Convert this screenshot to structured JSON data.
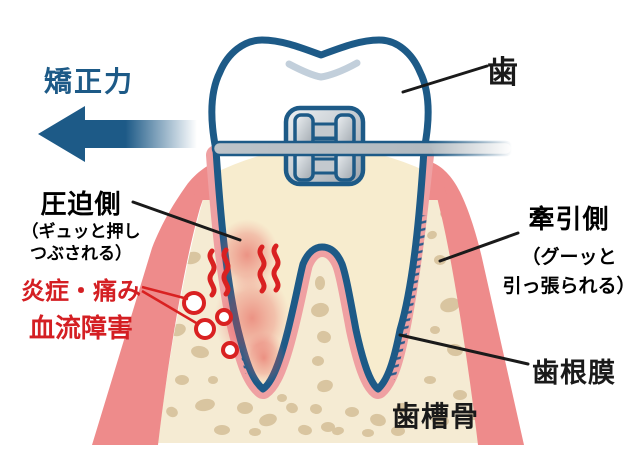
{
  "figure": {
    "force_arrow_label": "矯正力",
    "tooth_label": "歯",
    "compression": {
      "title": "圧迫側",
      "note_line1": "（ギュッと押し",
      "note_line2": "つぶされる）",
      "effect_line1": "炎症・痛み",
      "effect_line2": "血流障害"
    },
    "tension": {
      "title": "牽引側",
      "note_line1": "（グーッと",
      "note_line2": "引っ張られる）"
    },
    "periodontal_ligament_label": "歯根膜",
    "alveolar_bone_label": "歯槽骨"
  },
  "colors": {
    "outline_blue": "#1d5a87",
    "warning_red": "#d41f23",
    "gum_pink": "#ee8b8b",
    "ligament_pink": "#efa0a2",
    "bone_cream": "#f5ebd3",
    "bone_spot": "#d9c5a0",
    "tooth_root_cream": "#f7ecce",
    "metal_gray": "#b9c0c6"
  }
}
